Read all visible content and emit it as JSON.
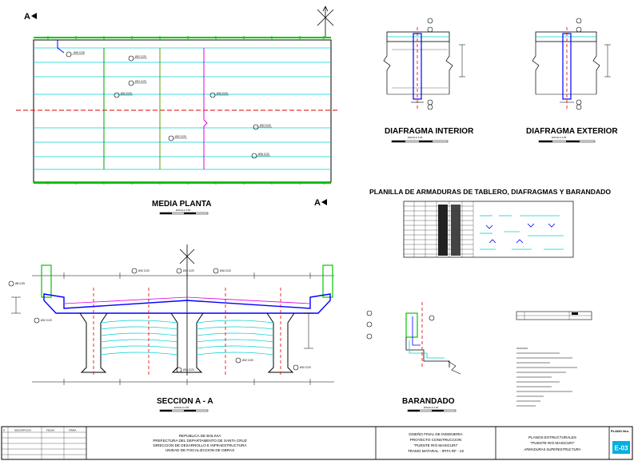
{
  "plan": {
    "title": "MEDIA PLANTA",
    "scale": "ESCALA 1:50",
    "cut_a": "A",
    "callouts": [
      "Ø16 C/25",
      "Ø12 C/20",
      "Ø12 C/20",
      "Ø12 C/20",
      "Ø10 C/20",
      "Ø12 C/20",
      "Ø12 C/20",
      "Ø16 C/20"
    ]
  },
  "section": {
    "title": "SECCION A - A",
    "scale": "ESCALA 1:50",
    "callouts": [
      "Ø8 C/25",
      "Ø12 C/20",
      "Ø10 C/20",
      "Ø12 C/20",
      "Ø16 C/20",
      "Ø16 C/20",
      "Ø12 C/20",
      "Ø10 C/20"
    ]
  },
  "diaphragm_interior": {
    "title": "DIAFRAGMA INTERIOR",
    "scale": "ESCALA 1:25"
  },
  "diaphragm_exterior": {
    "title": "DIAFRAGMA EXTERIOR",
    "scale": "ESCALA 1:25"
  },
  "schedule": {
    "title": "PLANILLA DE ARMADURAS DE TABLERO, DIAFRAGMAS Y BARANDADO"
  },
  "railing": {
    "title": "BARANDADO",
    "scale": "ESCALA 1:20"
  },
  "title_block": {
    "rev_header": [
      "N",
      "DESCRIPCION",
      "FECHA",
      "FIRMA"
    ],
    "institution": [
      "REPUBLICA DE BOLIVIA",
      "PREFECTURA DEL DEPARTAMENTO DE SANTA CRUZ",
      "DIRECCION DE DESARROLLO E INFRAESTRUCTURA",
      "UNIDAD DE FISCALIZACION DE OBRAS"
    ],
    "project": [
      "DISEÑO FINAL DE INGENIERIA",
      "PROYECTO CONSTRUCCION",
      "\"PUENTE RIO MASICURI\"",
      "TRAMO MATARAL - IPITA RF - 22"
    ],
    "drawing": [
      "PLANOS ESTRUCTURALES",
      "\"PUENTE RIO MASICURI\"",
      "ARMADURAS SUPERESTRUCTURA"
    ],
    "sheet_label": "PLANO Nro.",
    "sheet_number": "E-03"
  },
  "colors": {
    "accent_green": "#00c800",
    "cyan": "#00d0d0",
    "red_dash": "#e00000",
    "blue": "#0000ff",
    "magenta": "#e000e0",
    "sheet_badge": "#00b0e0"
  }
}
